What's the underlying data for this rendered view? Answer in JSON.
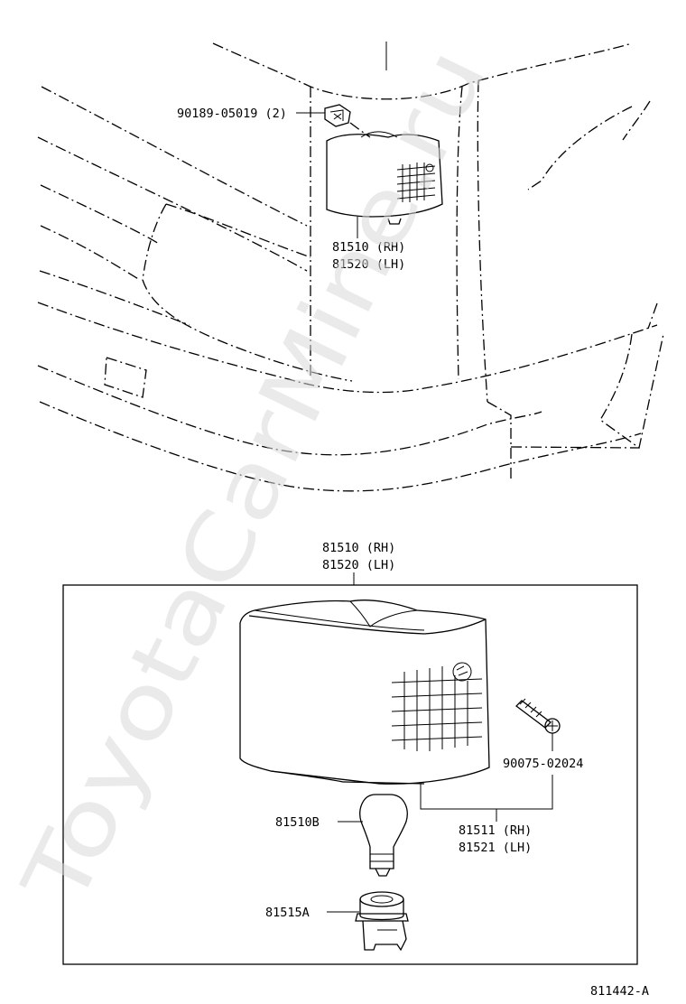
{
  "watermark": "ToyotaCarMine.ru",
  "parts": {
    "clip": "90189-05019 (2)",
    "lamp_rh_top": "81510 (RH)",
    "lamp_lh_top": "81520 (LH)",
    "lamp_rh_detail": "81510 (RH)",
    "lamp_lh_detail": "81520 (LH)",
    "screw": "90075-02024",
    "lens_rh": "81511 (RH)",
    "lens_lh": "81521 (LH)",
    "bulb": "81510B",
    "socket": "81515A"
  },
  "diagram_code": "811442-A"
}
